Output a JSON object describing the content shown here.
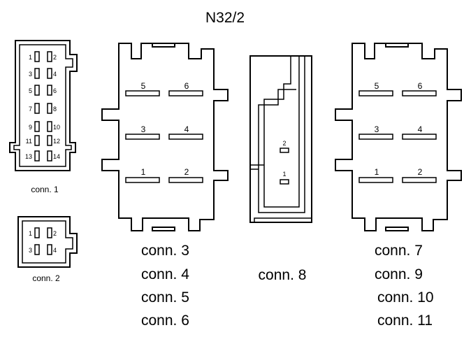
{
  "title": "N32/2",
  "conn1": {
    "label": "conn. 1",
    "pins_left": [
      "1",
      "3",
      "5",
      "7",
      "9",
      "11",
      "13"
    ],
    "pins_right": [
      "2",
      "4",
      "6",
      "8",
      "10",
      "12",
      "14"
    ]
  },
  "conn2": {
    "label": "conn. 2",
    "pins_left": [
      "1",
      "3"
    ],
    "pins_right": [
      "2",
      "4"
    ]
  },
  "conn_mid": {
    "pins": [
      "5",
      "6",
      "3",
      "4",
      "1",
      "2"
    ],
    "labels": [
      "conn. 3",
      "conn. 4",
      "conn. 5",
      "conn. 6"
    ]
  },
  "conn8": {
    "label": "conn. 8",
    "pins": [
      "2",
      "1"
    ]
  },
  "conn_right": {
    "pins": [
      "5",
      "6",
      "3",
      "4",
      "1",
      "2"
    ],
    "labels": [
      "conn. 7",
      "conn. 9",
      "conn. 10",
      "conn. 11"
    ]
  }
}
